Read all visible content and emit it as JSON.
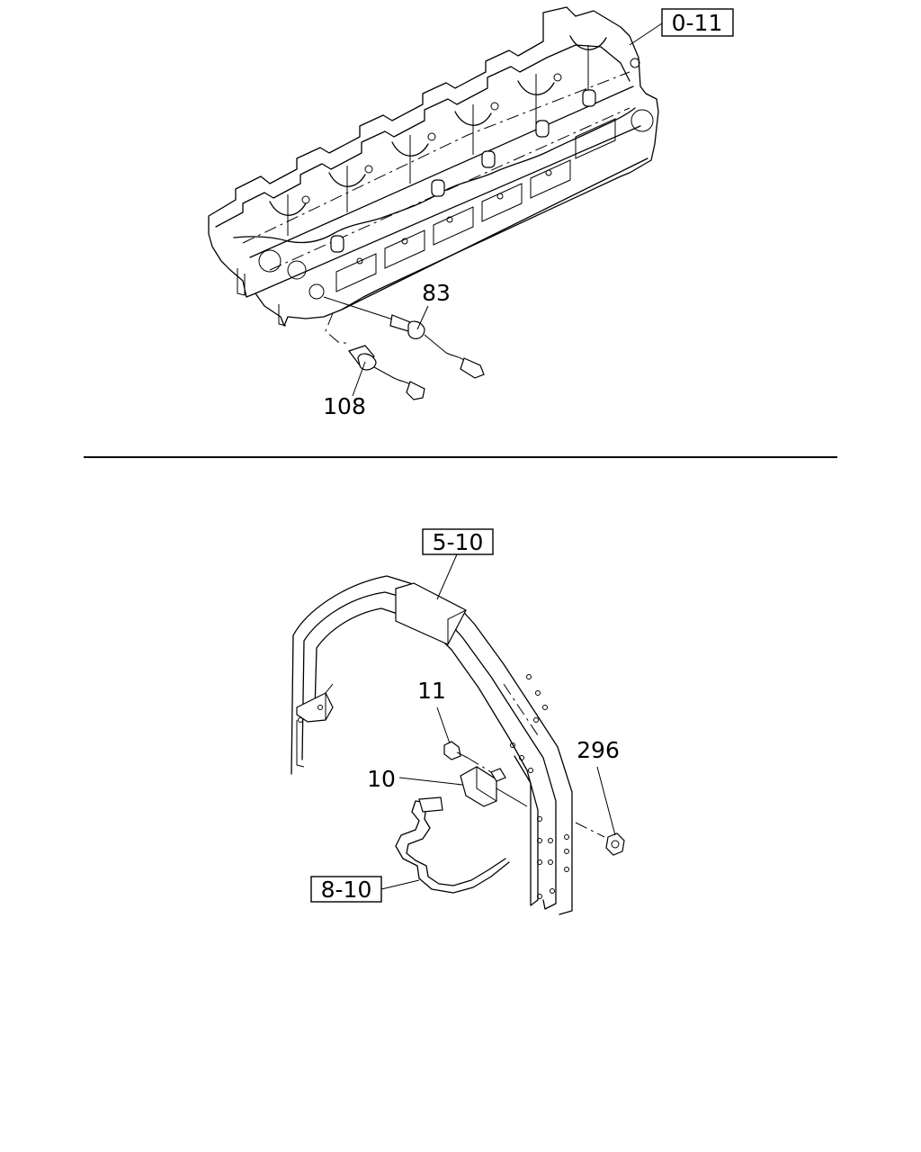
{
  "upper_view": {
    "reference": "0-11",
    "callouts": [
      "83",
      "108"
    ]
  },
  "lower_view": {
    "references": [
      "5-10",
      "8-10"
    ],
    "callouts": [
      "11",
      "10",
      "296"
    ]
  }
}
